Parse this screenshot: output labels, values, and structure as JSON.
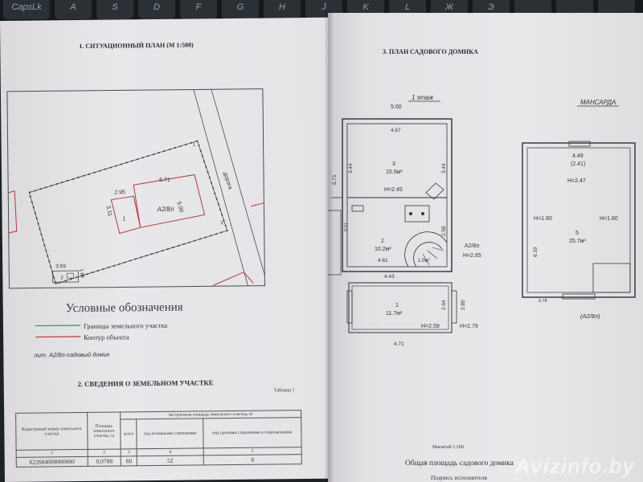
{
  "keyboard": {
    "keys": [
      "CapsLk",
      "A",
      "S",
      "D",
      "F",
      "G",
      "H",
      "J",
      "K",
      "L",
      "Ж",
      "Э"
    ]
  },
  "left_page": {
    "section1_title": "1. СИТУАЦИОННЫЙ ПЛАН  (М 1:500)",
    "site_plan": {
      "road_label": "дорога",
      "plot_width": "6.71",
      "plot_depth": "5.00",
      "ext_width": "2.95",
      "ext_depth": "3.11",
      "building_label": "А2/8л",
      "ext_number": "1",
      "small_width": "3.59",
      "small_depth": "1.86",
      "small_number": "2",
      "corner_1": "1",
      "corner_2": "2"
    },
    "legend": {
      "title": "Условные обозначения",
      "items": [
        {
          "label": "Границы земельного участка",
          "color": "#3f8a4f"
        },
        {
          "label": "Контур объекта",
          "color": "#b03a3a"
        }
      ],
      "note": "лит. А2/8л-садовый домик"
    },
    "section2_title": "2. СВЕДЕНИЯ О ЗЕМЕЛЬНОМ УЧАСТКЕ",
    "table_caption": "Таблица 1",
    "table": {
      "headers": {
        "cadastral": "Кадастровый номер земельного участка",
        "area": "Площадь земельного участка, га",
        "built_group": "Застроенная площадь земельного участка, м²",
        "total": "всего",
        "main": "под основными строениями",
        "other": "под прочими строениями и сооружениями"
      },
      "index_row": [
        "1",
        "2",
        "3",
        "4",
        "5"
      ],
      "values": {
        "cadastral": "622684000000000",
        "area": "0,0788",
        "total": "60",
        "main": "52",
        "other": "8"
      }
    }
  },
  "right_page": {
    "section3_title": "3. ПЛАН САДОВОГО ДОМИКА",
    "floor1": {
      "title": "1 этаж",
      "top_outer": "5.00",
      "top_inner": "4.67",
      "left_h": "3.44",
      "right_h": "3.44",
      "left_outer": "6.71",
      "room3_num": "3",
      "room3_area": "15.5м²",
      "room3_h": "H=2.45",
      "room2_num": "2",
      "room2_area": "10.2м²",
      "stair_area": "1.0м²",
      "right_258": "2.58",
      "inner_461": "4.61",
      "porch_width": "4.43",
      "room1_num": "1",
      "room1_area": "11.7м²",
      "room1_h1": "H=2.59",
      "room1_h2": "H=2.79",
      "side_264": "2.64",
      "side_285": "2.85",
      "bottom_width": "4.71",
      "small_label": "0.51",
      "building_label": "А2/8л",
      "building_h": "H=2.65"
    },
    "mansard": {
      "title": "МАНСАРДА",
      "top": "4.49",
      "top_sub": "(2.41)",
      "h_center": "H=2.47",
      "h_left": "H=1.60",
      "h_right": "H=1.60",
      "room_num": "5",
      "room_area": "25.7м²",
      "left_dim": "6.19",
      "small_label": "0.78",
      "building_label": "(А2/8л)"
    },
    "scale_text": "Масштаб 1:100",
    "total_area_text": "Общая площадь садового домика",
    "signature_text": "Подпись исполнителя"
  },
  "watermark": "Avizinfo.by"
}
